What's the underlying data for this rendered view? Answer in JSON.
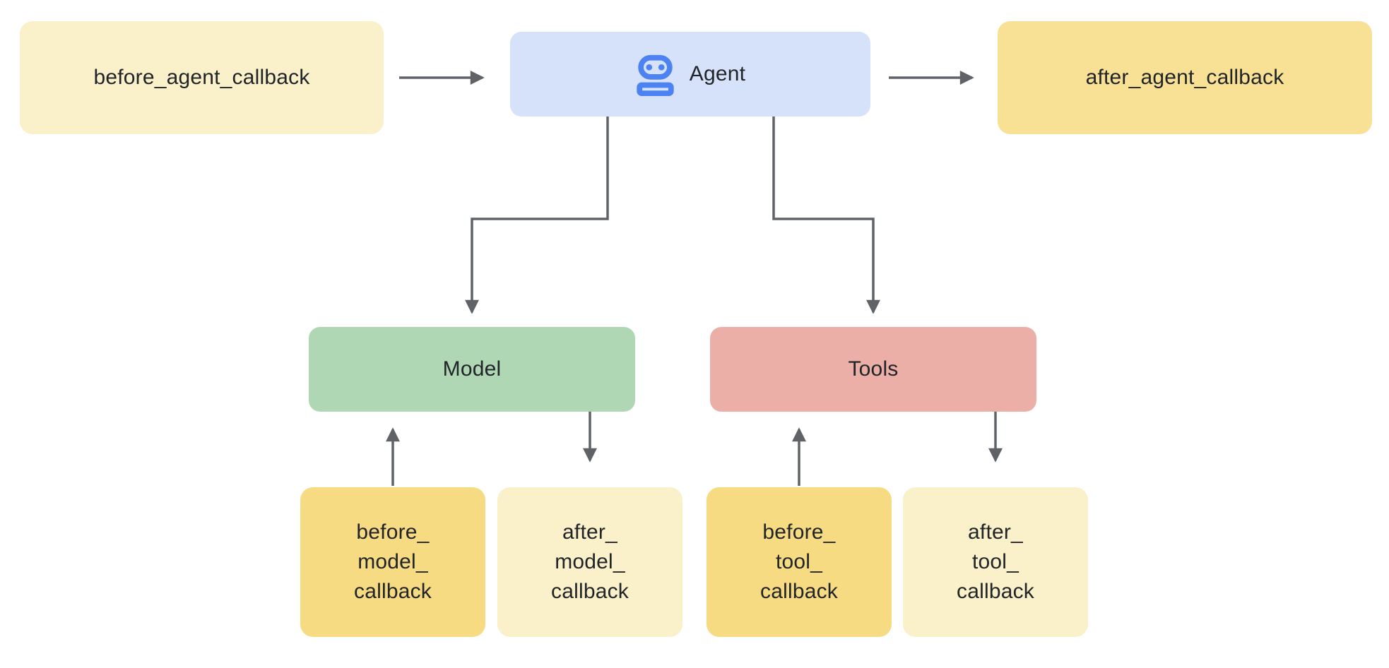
{
  "diagram": {
    "type": "flowchart",
    "background": "#ffffff",
    "line_color": "#5F6368",
    "text_color": "#212428",
    "nodes": {
      "before_agent": {
        "label": "before_agent_callback",
        "fill": "#FAF0C9"
      },
      "agent": {
        "label": "Agent",
        "fill": "#D6E2FA",
        "icon": "robot-icon",
        "icon_color": "#4D82F3"
      },
      "after_agent": {
        "label": "after_agent_callback",
        "fill": "#F8E094"
      },
      "model": {
        "label": "Model",
        "fill": "#AFD7B3"
      },
      "tools": {
        "label": "Tools",
        "fill": "#EBAFA7"
      },
      "before_model": {
        "label": "before_\nmodel_\ncallback",
        "fill": "#F6DB82"
      },
      "after_model": {
        "label": "after_\nmodel_\ncallback",
        "fill": "#FAF0C9"
      },
      "before_tool": {
        "label": "before_\ntool_\ncallback",
        "fill": "#F6DB82"
      },
      "after_tool": {
        "label": "after_\ntool_\ncallback",
        "fill": "#FAF0C9"
      }
    },
    "edges": [
      {
        "from": "before_agent_callback",
        "to": "Agent"
      },
      {
        "from": "Agent",
        "to": "after_agent_callback"
      },
      {
        "from": "Agent",
        "to": "Model"
      },
      {
        "from": "Agent",
        "to": "Tools"
      },
      {
        "from": "before_model_callback",
        "to": "Model"
      },
      {
        "from": "Model",
        "to": "after_model_callback"
      },
      {
        "from": "before_tool_callback",
        "to": "Tools"
      },
      {
        "from": "Tools",
        "to": "after_tool_callback"
      }
    ]
  }
}
